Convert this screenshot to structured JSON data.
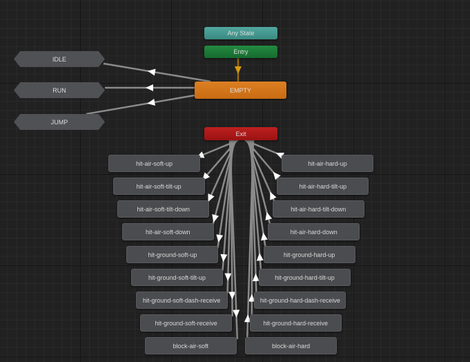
{
  "special": {
    "any_state": "Any State",
    "entry": "Entry",
    "default_state": "EMPTY",
    "exit": "Exit"
  },
  "substates": [
    "IDLE",
    "RUN",
    "JUMP"
  ],
  "left_states": [
    "hit-air-soft-up",
    "hit-air-soft-tilt-up",
    "hit-air-soft-tilt-down",
    "hit-air-soft-down",
    "hit-ground-soft-up",
    "hit-ground-soft-tilt-up",
    "hit-ground-soft-dash-receive",
    "hit-ground-soft-receive",
    "block-air-soft"
  ],
  "right_states": [
    "hit-air-hard-up",
    "hit-air-hard-tilt-up",
    "hit-air-hard-tilt-down",
    "hit-air-hard-down",
    "hit-ground-hard-up",
    "hit-ground-hard-tilt-up",
    "hit-ground-hard-dash-receive",
    "hit-ground-hard-receive",
    "block-air-hard"
  ],
  "colors": {
    "any_state": "#3f8d86",
    "entry": "#187335",
    "default": "#cf7116",
    "exit": "#a61616",
    "state": "#4b4c4f"
  }
}
